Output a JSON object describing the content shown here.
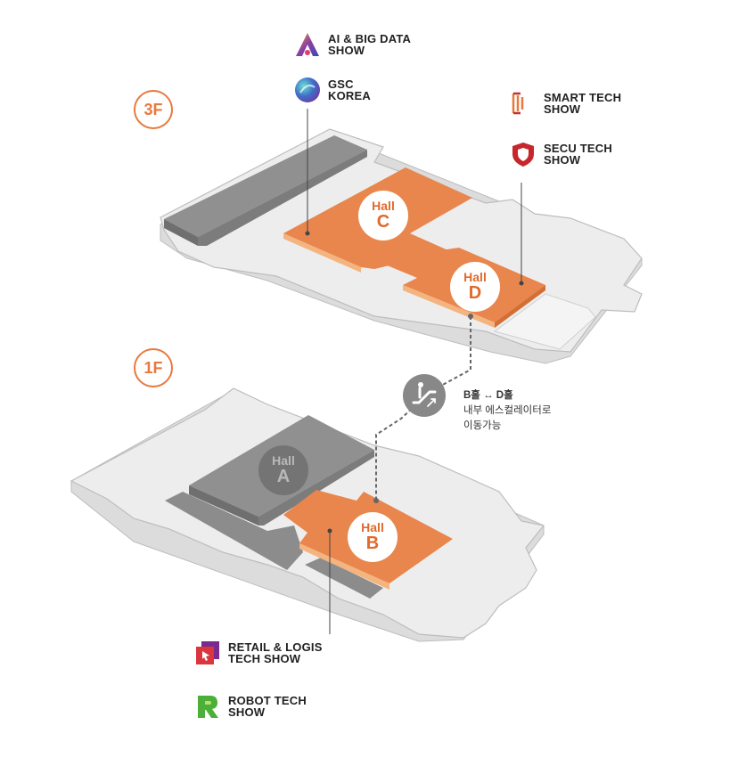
{
  "floors": {
    "upper": "3F",
    "lower": "1F"
  },
  "halls": [
    {
      "word": "Hall",
      "letter": "C"
    },
    {
      "word": "Hall",
      "letter": "D"
    },
    {
      "word": "Hall",
      "letter": "A"
    },
    {
      "word": "Hall",
      "letter": "B"
    }
  ],
  "shows": {
    "ai_big_data": "AI & BIG DATA\nSHOW",
    "gsc_korea": "GSC\nKOREA",
    "smart_tech": "SMART TECH\nSHOW",
    "secu_tech": "SECU TECH\nSHOW",
    "retail_logis": "RETAIL & LOGIS\nTECH SHOW",
    "robot_tech": "ROBOT TECH\nSHOW"
  },
  "escalator_note": {
    "title": "B홀 ↔ D홀",
    "line1": "내부 에스컬레이터로",
    "line2": "이동가능"
  },
  "colors": {
    "accent": "#e8793e",
    "hall_active": "#e8864d",
    "hall_inactive": "#8a8a8a",
    "floor": "#eeeded"
  },
  "icons": {
    "escalator": "escalator-icon"
  }
}
